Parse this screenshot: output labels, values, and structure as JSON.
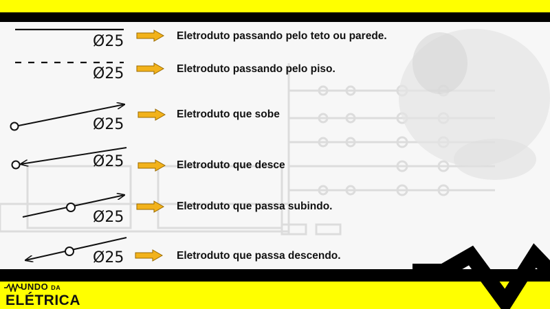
{
  "rows": [
    {
      "dimension": "Ø25",
      "description": "Eletroduto passando pelo teto ou parede.",
      "symbol": "solid-line"
    },
    {
      "dimension": "Ø25",
      "description": "Eletroduto passando pelo piso.",
      "symbol": "dashed-line"
    },
    {
      "dimension": "Ø25",
      "description": "Eletroduto que sobe",
      "symbol": "rising-arrow"
    },
    {
      "dimension": "Ø25",
      "description": "Eletroduto que desce",
      "symbol": "descending-arrow"
    },
    {
      "dimension": "Ø25",
      "description": "Eletroduto que passa subindo.",
      "symbol": "passing-up"
    },
    {
      "dimension": "Ø25",
      "description": "Eletroduto que passa descendo.",
      "symbol": "passing-down"
    }
  ],
  "logo": {
    "line1": "UNDO",
    "line1_small": "DA",
    "line2": "ELÉTRICA"
  },
  "colors": {
    "band": "#ffff00",
    "black": "#000000",
    "pointer": "#f2b21b"
  }
}
